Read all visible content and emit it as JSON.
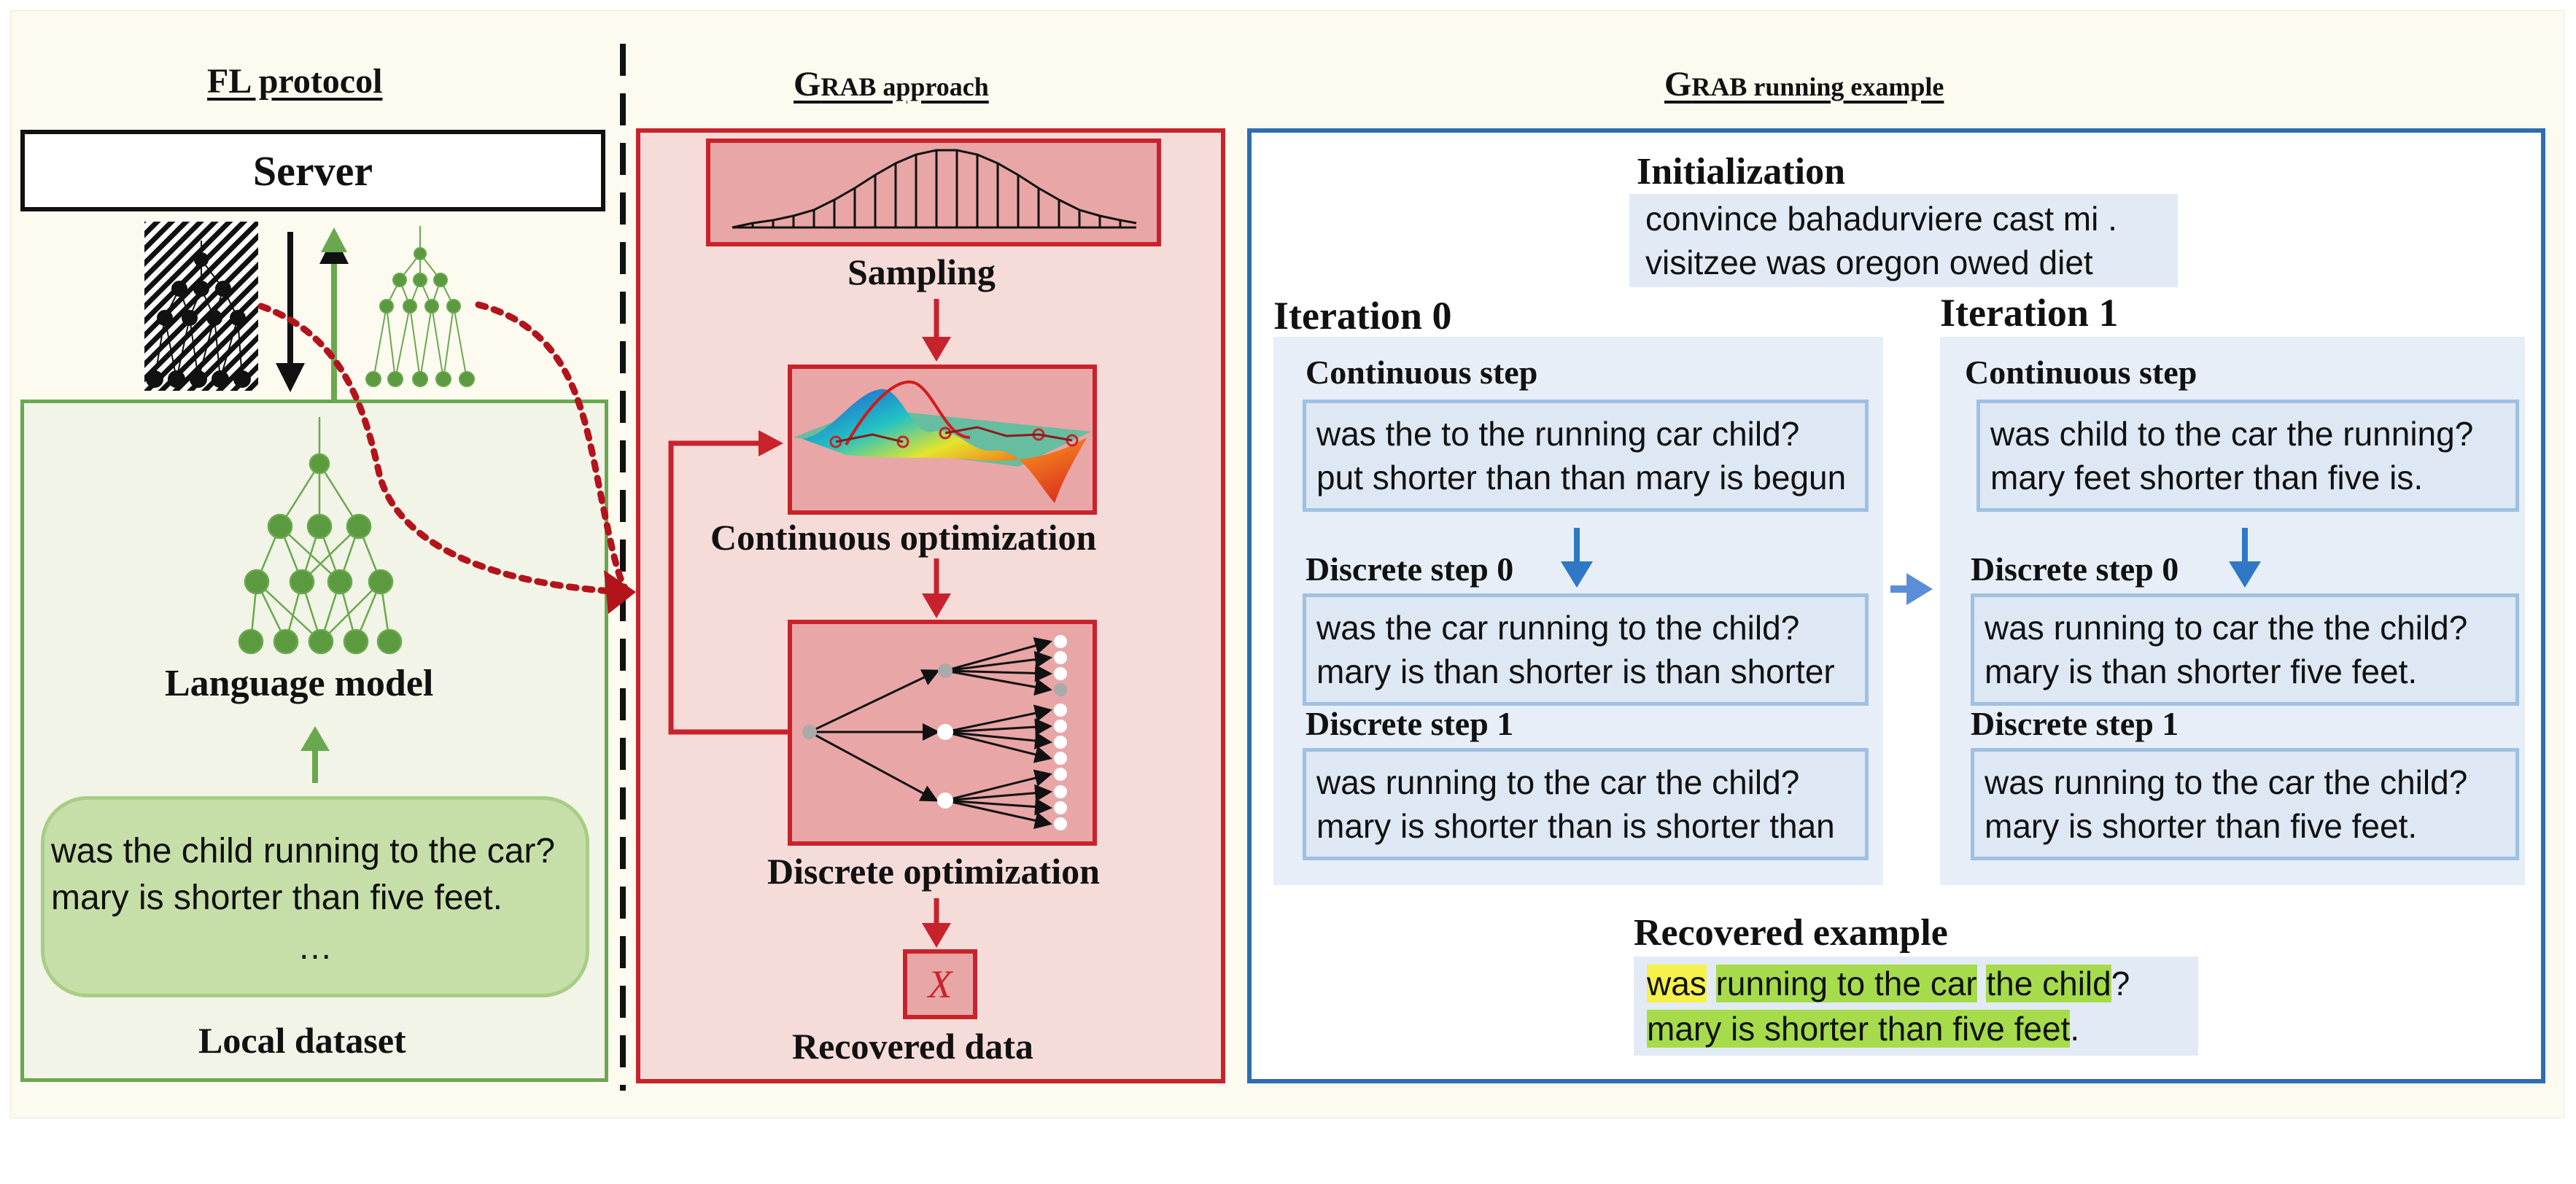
{
  "titles": {
    "fl_protocol": "FL protocol",
    "grab_approach": {
      "g": "G",
      "rest": "RAB approach"
    },
    "grab_example": {
      "g": "G",
      "rest": "RAB running example"
    }
  },
  "fl": {
    "server": "Server",
    "language_model": "Language model",
    "local_dataset": "Local dataset",
    "dataset_lines": [
      "was the child running to the car?",
      "mary is shorter than five feet.",
      "…"
    ]
  },
  "approach": {
    "sampling": "Sampling",
    "continuous": "Continuous optimization",
    "discrete": "Discrete optimization",
    "recovered": "Recovered data",
    "x_symbol": "X"
  },
  "example": {
    "initialization_label": "Initialization",
    "initialization_text": [
      "convince bahadurviere cast mi .",
      "visitzee was oregon owed diet"
    ],
    "iterations": [
      {
        "label": "Iteration 0",
        "continuous_label": "Continuous step",
        "continuous_text": [
          "was the to the running car child?",
          "put shorter than than mary is begun"
        ],
        "d0_label": "Discrete step 0",
        "d0_text": [
          "was the car running to the child?",
          "mary is than shorter is than shorter"
        ],
        "d1_label": "Discrete step 1",
        "d1_text": [
          "was running to the car the child?",
          "mary is shorter than is shorter than"
        ]
      },
      {
        "label": "Iteration 1",
        "continuous_label": "Continuous step",
        "continuous_text": [
          "was child to the car the running?",
          "mary feet shorter than five is."
        ],
        "d0_label": "Discrete step 0",
        "d0_text": [
          "was running to car the the child?",
          "mary is than shorter five feet."
        ],
        "d1_label": "Discrete step 1",
        "d1_text": [
          "was running to the car the child?",
          "mary is shorter than five feet."
        ]
      }
    ],
    "recovered_label": "Recovered example",
    "recovered_line1": {
      "a": "was",
      "b": "running to the car",
      "c": "the child",
      "d": "?"
    },
    "recovered_line2": {
      "a": "mary is shorter than five feet",
      "b": "."
    }
  },
  "colors": {
    "red": "#c8232c",
    "green": "#6aa84f",
    "blue": "#2e6eb0",
    "highlight_yellow": "#f4f24b",
    "highlight_green": "#a6dc4c"
  }
}
